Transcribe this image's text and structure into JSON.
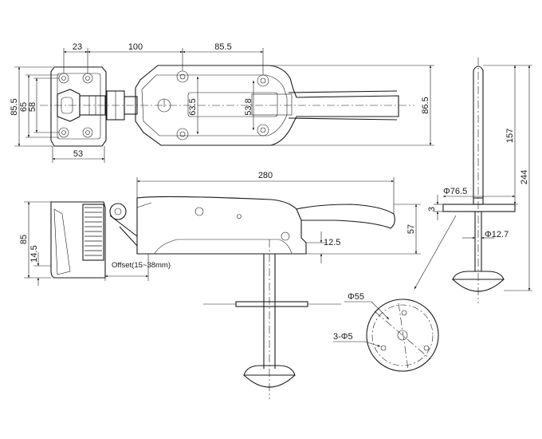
{
  "dimensions": {
    "top_view": {
      "w23": "23",
      "w100": "100",
      "w85_5": "85.5",
      "h85_5_left": "85.5",
      "h65": "65",
      "h58": "58",
      "h63_5": "63.5",
      "h53_8": "53.8",
      "h86_5_right": "86.5",
      "w53": "53"
    },
    "side_view": {
      "w280": "280",
      "h57": "57",
      "h12_5": "12.5",
      "h85": "85",
      "h14_5": "14.5",
      "offset_note": "Offset(15~38mm)"
    },
    "right_view": {
      "h157": "157",
      "h244": "244",
      "d76_5": "Φ76.5",
      "h3": "3",
      "d12_7": "Φ12.7"
    },
    "plate_view": {
      "d55": "Φ55",
      "holes": "3-Φ5"
    }
  }
}
